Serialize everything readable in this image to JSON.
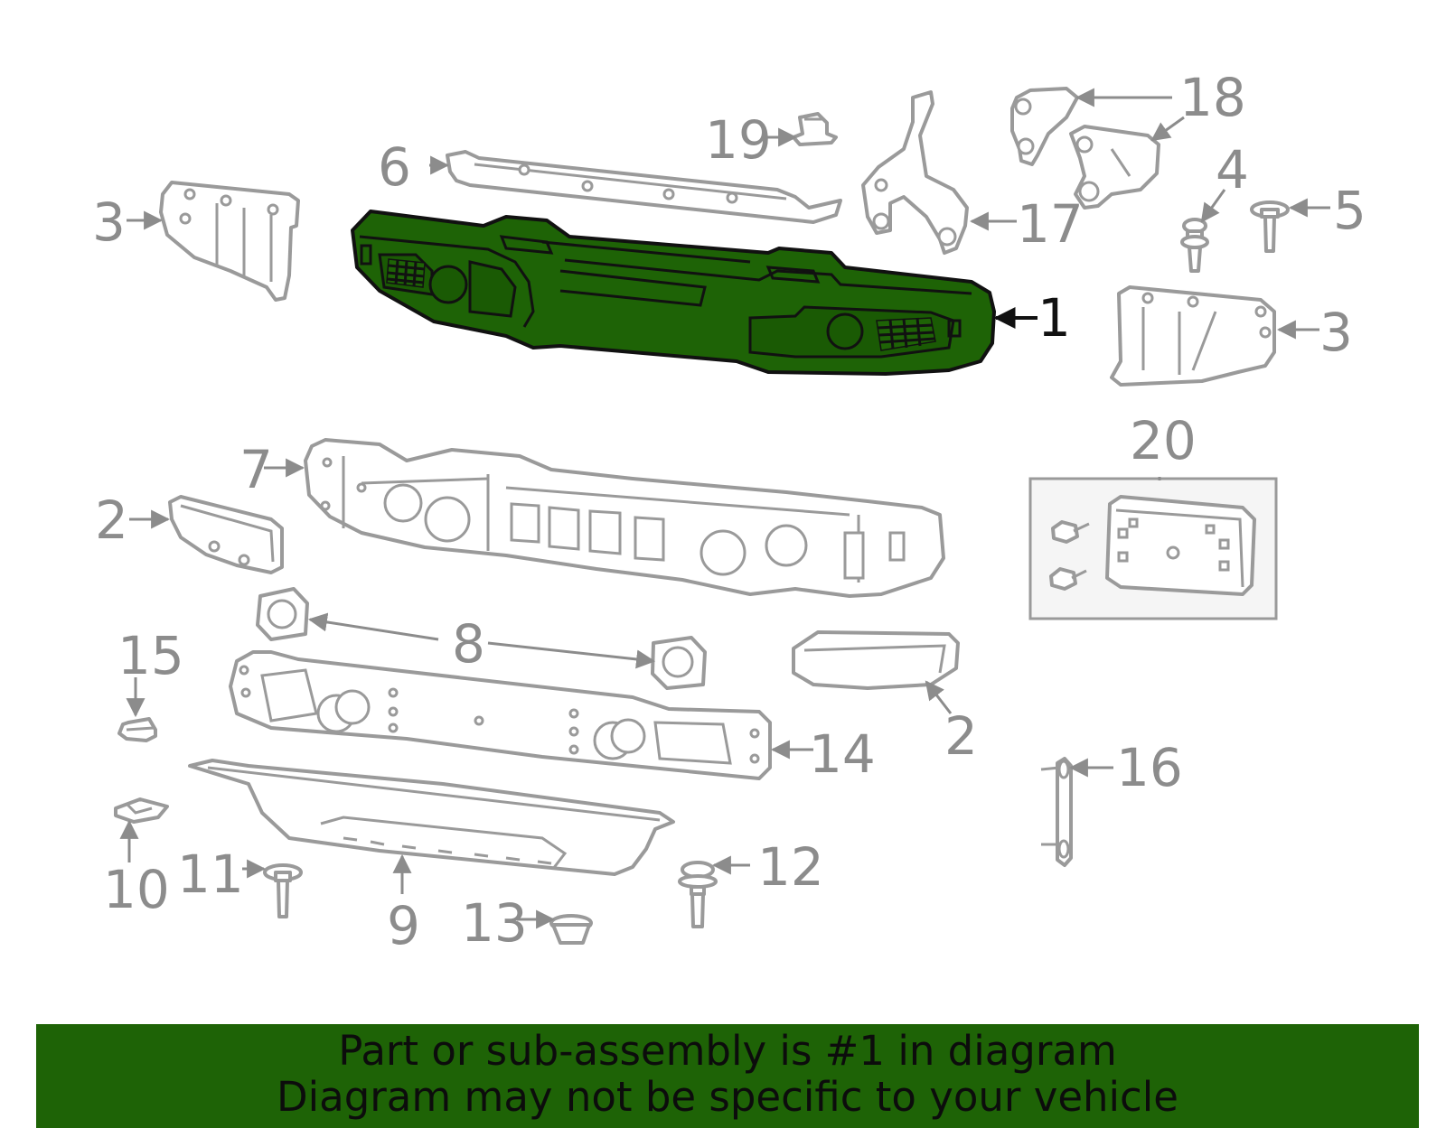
{
  "diagram": {
    "highlighted_part": "1",
    "highlight_color": "#1e6306",
    "callouts": {
      "p1": "1",
      "p2a": "2",
      "p2b": "2",
      "p3a": "3",
      "p3b": "3",
      "p4": "4",
      "p5": "5",
      "p6": "6",
      "p7": "7",
      "p8": "8",
      "p9": "9",
      "p10": "10",
      "p11": "11",
      "p12": "12",
      "p13": "13",
      "p14": "14",
      "p15": "15",
      "p16": "16",
      "p17": "17",
      "p18": "18",
      "p19": "19",
      "p20": "20"
    }
  },
  "banner": {
    "line1": "Part or sub-assembly is #1 in diagram",
    "line2": "Diagram may not be specific to your vehicle"
  }
}
